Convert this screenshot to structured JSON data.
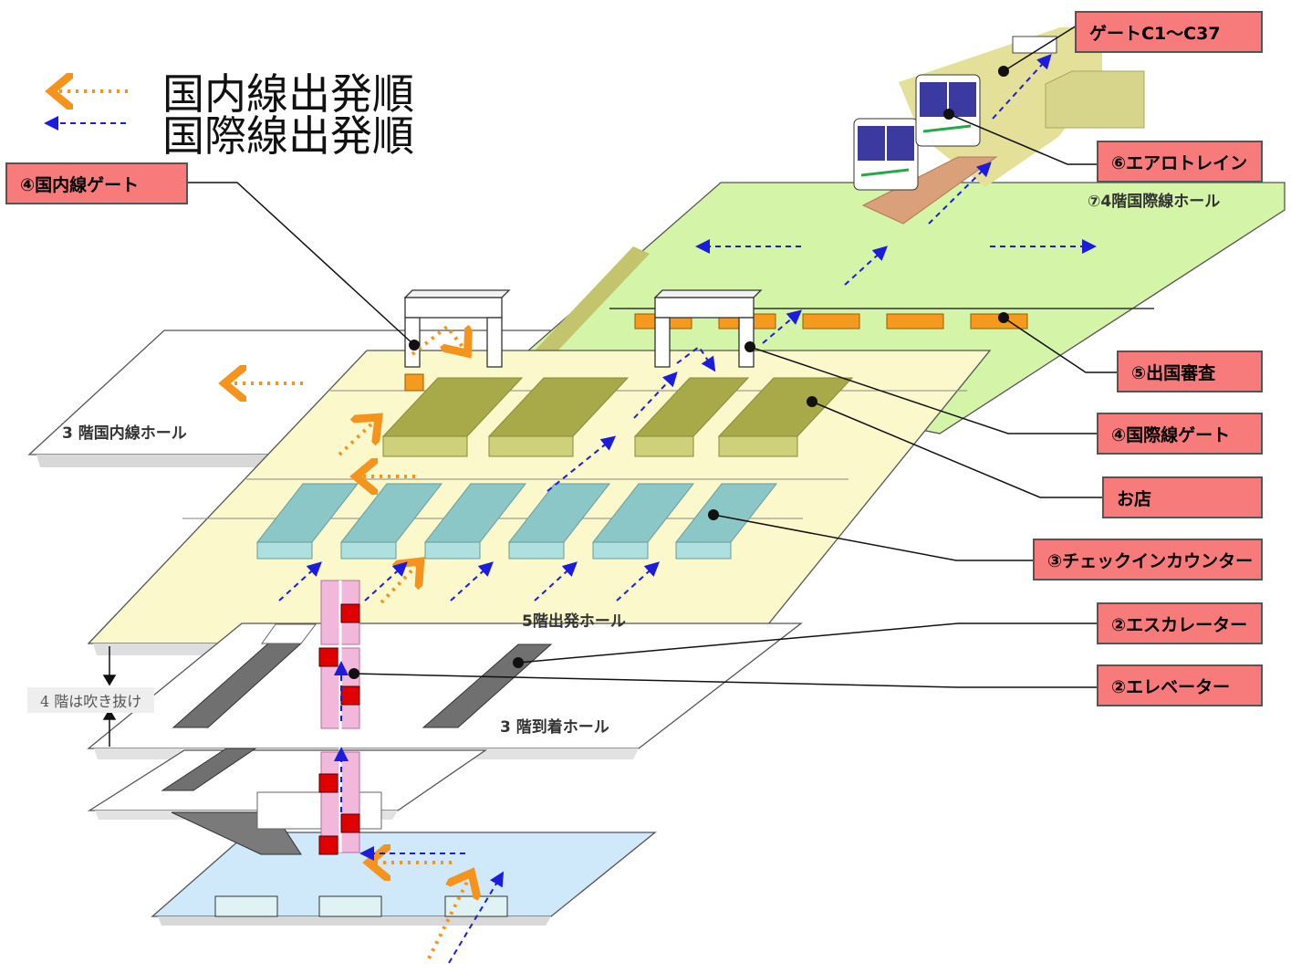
{
  "legend": {
    "domestic": {
      "label": "国内線出発順",
      "color": "#f5941d"
    },
    "international": {
      "label": "国際線出発順",
      "color": "#1c1cdc"
    }
  },
  "callouts": {
    "domestic_gate": "④国内線ゲート",
    "gate_c": "ゲートC1～C37",
    "aero_train": "⑥エアロトレイン",
    "immigration": "⑤出国審査",
    "intl_gate": "④国際線ゲート",
    "shop": "お店",
    "checkin": "③チェックインカウンター",
    "escalator": "②エスカレーター",
    "elevator": "②エレベーター"
  },
  "floors": {
    "intl_hall_4f": "⑦4階国際線ホール",
    "domestic_hall_3f": "3 階国内線ホール",
    "departure_hall_5f": "5階出発ホール",
    "atrium_4f": "4 階は吹き抜け",
    "arrival_hall_3f": "3 階到着ホール"
  },
  "colors": {
    "callout_fill": "#f77b7b",
    "departure_floor": "#fbf8cc",
    "intl_floor": "#d4f5a8",
    "checkin_counter": "#8ac7c6",
    "shop_block": "#c3c46c",
    "immigration_booth": "#f59a1e",
    "elevator_pink": "#f2b8dc",
    "basement_floor": "#cfe8fa"
  }
}
